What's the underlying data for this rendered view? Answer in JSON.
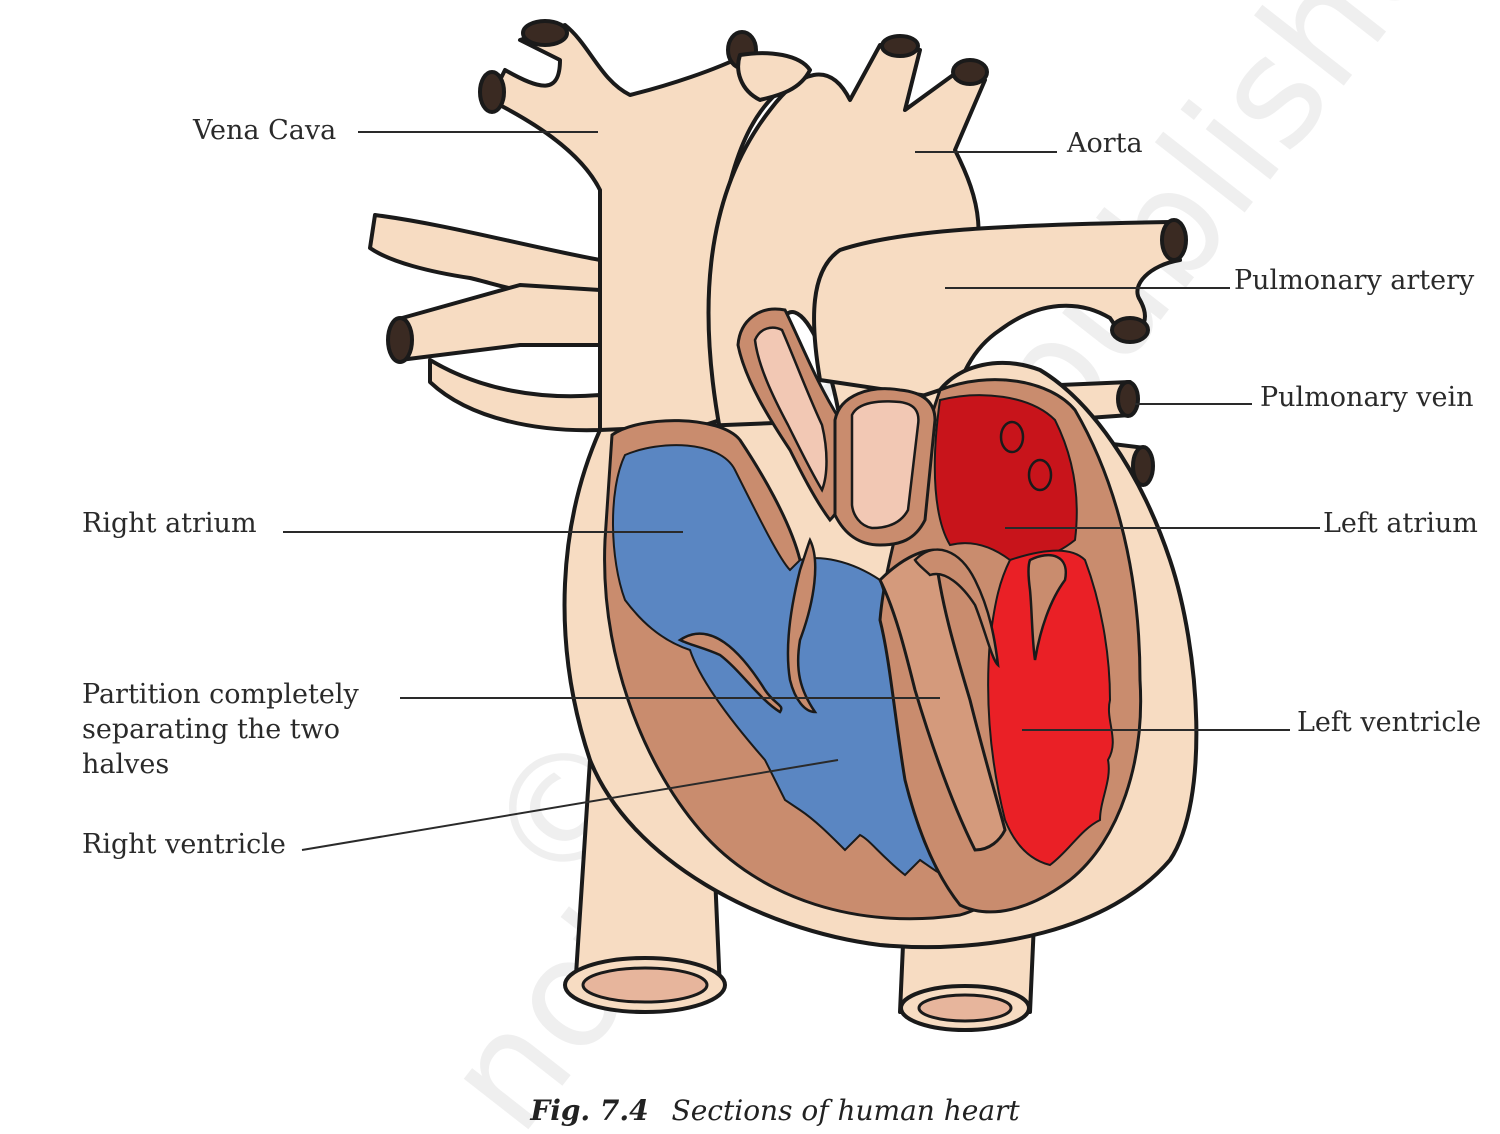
{
  "diagram": {
    "labels": {
      "vena_cava": "Vena Cava",
      "aorta": "Aorta",
      "pulmonary_artery": "Pulmonary artery",
      "pulmonary_vein": "Pulmonary vein",
      "right_atrium": "Right atrium",
      "left_atrium": "Left atrium",
      "partition_line1": "Partition completely",
      "partition_line2": "separating the two",
      "partition_line3": "halves",
      "left_ventricle": "Left ventricle",
      "right_ventricle": "Right ventricle"
    },
    "caption": {
      "number": "Fig. 7.4",
      "text": "Sections of human heart"
    },
    "watermark": {
      "line1": "© NCERT",
      "line2": "not to be republished"
    },
    "colors": {
      "tissue": "#f7dcc2",
      "muscle": "#c98c6e",
      "deoxygenated": "#5a86c2",
      "oxygenated_dark": "#c8141b",
      "oxygenated_light": "#ea2026",
      "artery_inner": "#f2c8b4",
      "outline": "#1a1a1a"
    }
  }
}
